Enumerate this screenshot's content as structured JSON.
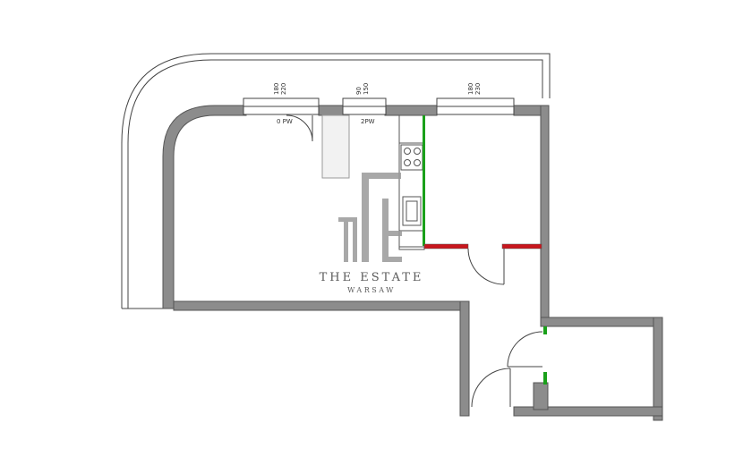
{
  "windows": [
    {
      "top": "180",
      "bottom": "220"
    },
    {
      "top": "90",
      "bottom": "150"
    },
    {
      "top": "180",
      "bottom": "230"
    }
  ],
  "door_note": "0 PW",
  "window_note": "2PW",
  "logo": {
    "monogram": "TE",
    "title": "THE ESTATE",
    "subtitle": "WARSAW"
  },
  "colors": {
    "wall": "#8c8c8c",
    "wall_edge": "#555555",
    "new_wall": "#c8161d",
    "demolish": "#1aa01a",
    "line": "#444444"
  }
}
